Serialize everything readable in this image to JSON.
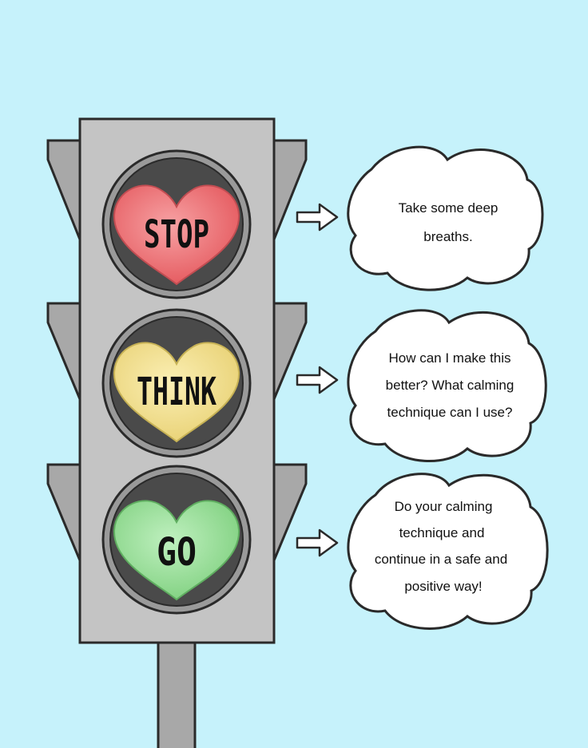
{
  "colors": {
    "background": "#c6f2fb",
    "pole": "#a8a8a8",
    "housing": "#c4c4c4",
    "lens": "#4a4a4a",
    "stop": "#ea6a6f",
    "think": "#ecd982",
    "go": "#8ed890"
  },
  "lights": [
    {
      "word": "STOP",
      "icon": "heart-icon",
      "lines": [
        "Take some deep",
        "breaths."
      ]
    },
    {
      "word": "THINK",
      "icon": "heart-icon",
      "lines": [
        "How can I make this",
        "better? What calming",
        "technique can I use?"
      ]
    },
    {
      "word": "GO",
      "icon": "heart-icon",
      "lines": [
        "Do your calming",
        "technique and",
        "continue in a safe and",
        "positive way!"
      ]
    }
  ]
}
